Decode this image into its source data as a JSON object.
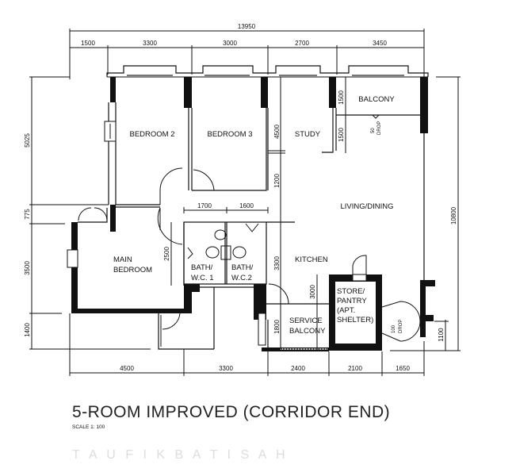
{
  "title": "5-ROOM IMPROVED (CORRIDOR END)",
  "scale": "SCALE   1: 100",
  "watermark": "T A U F I K  B A T I S A H",
  "dimensions": {
    "overall_width": "13950",
    "top": [
      "1500",
      "3300",
      "3000",
      "2700",
      "3450"
    ],
    "bottom": [
      "4500",
      "3300",
      "2400",
      "2100",
      "1650"
    ],
    "left": [
      "5025",
      "775",
      "3500",
      "1400"
    ],
    "overall_height": "10800",
    "right_small": "1100",
    "inner": {
      "bath_1": "1700",
      "bath_2": "1600",
      "corridor": "1200",
      "study": "4500",
      "balcony_a": "1500",
      "balcony_b": "1500",
      "bath_height": "2500",
      "kitchen": "3300",
      "store": "3000",
      "service": "1800"
    }
  },
  "rooms": {
    "bedroom2": "BEDROOM 2",
    "bedroom3": "BEDROOM 3",
    "study": "STUDY",
    "balcony": "BALCONY",
    "living": "LIVING/DINING",
    "main_bedroom_1": "MAIN",
    "main_bedroom_2": "BEDROOM",
    "bath1_1": "BATH/",
    "bath1_2": "W.C. 1",
    "bath2_1": "BATH/",
    "bath2_2": "W.C.2",
    "kitchen": "KITCHEN",
    "store_1": "STORE/",
    "store_2": "PANTRY",
    "store_3": "(APT.",
    "store_4": "SHELTER)",
    "service_1": "SERVICE",
    "service_2": "BALCONY"
  },
  "notes": {
    "drop50_a": "50",
    "drop50_b": "DROP",
    "drop100_a": "100",
    "drop100_b": "DROP"
  }
}
